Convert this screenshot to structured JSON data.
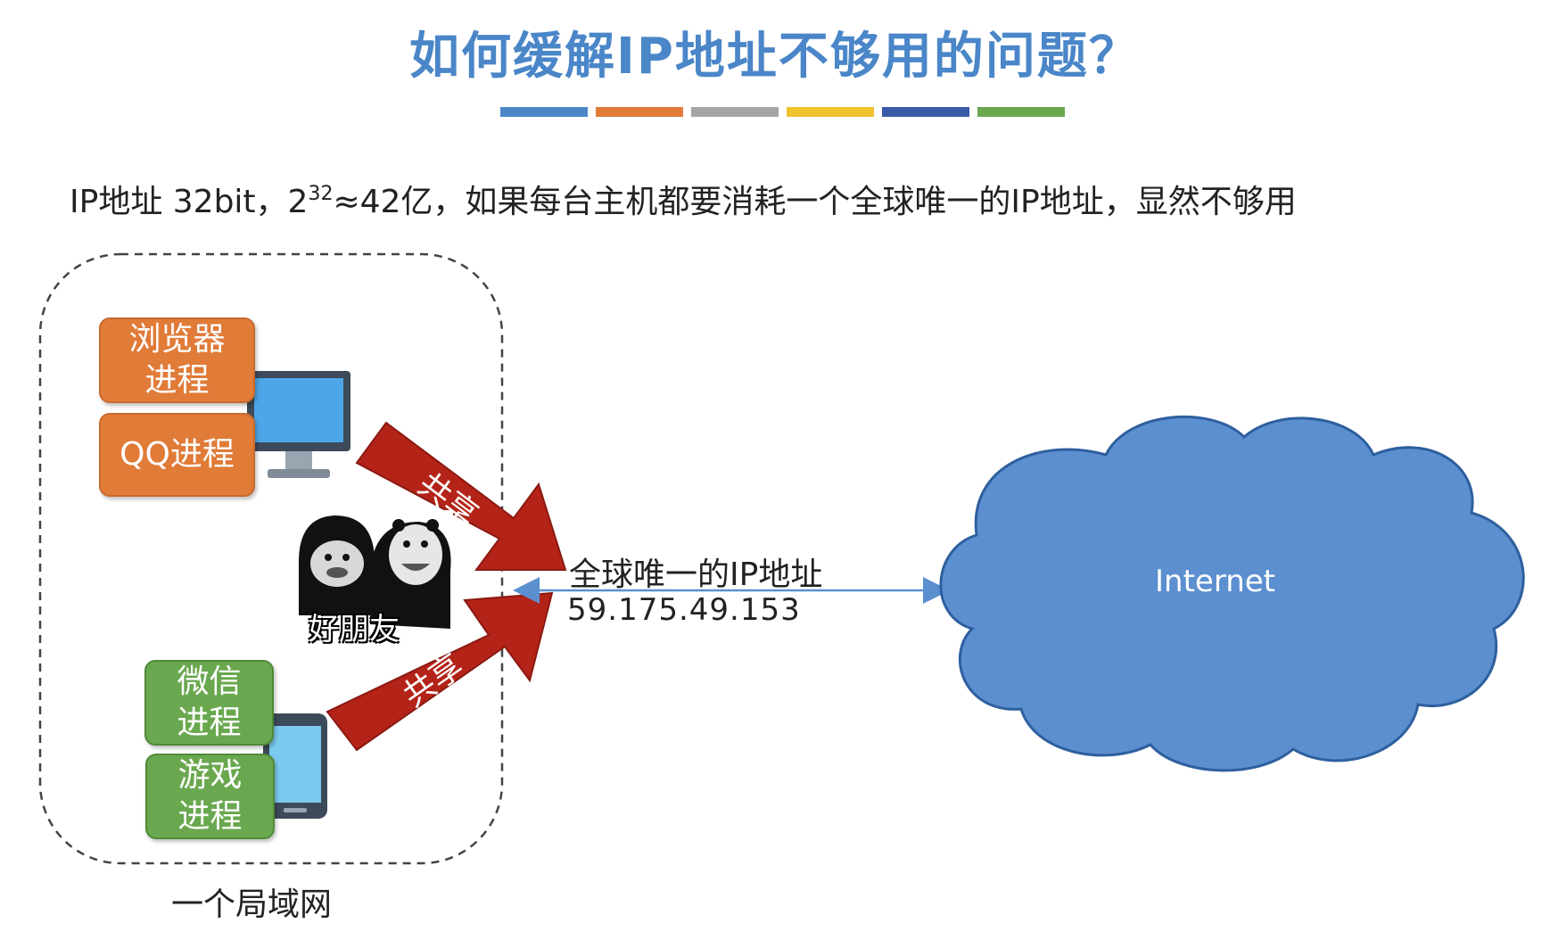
{
  "slide": {
    "title": "如何缓解IP地址不够用的问题？",
    "color_bars": [
      "#4a86c8",
      "#e07b38",
      "#a5a5a5",
      "#f2c12e",
      "#3a5aa8",
      "#6aa84f"
    ],
    "intro_prefix": "IP地址 32bit，2",
    "intro_sup": "32",
    "intro_suffix": "≈42亿，如果每台主机都要消耗一个全球唯一的IP地址，显然不够用"
  },
  "lan": {
    "label": "一个局域网",
    "computer_processes": [
      {
        "line1": "浏览器",
        "line2": "进程"
      },
      {
        "line1": "QQ进程",
        "line2": ""
      }
    ],
    "phone_processes": [
      {
        "line1": "微信",
        "line2": "进程"
      },
      {
        "line1": "游戏",
        "line2": "进程"
      }
    ],
    "arrow_top_label": "共享",
    "arrow_bottom_label": "共享",
    "meme_caption": "好朋友"
  },
  "link": {
    "label": "全球唯一的IP地址",
    "ip": "59.175.49.153"
  },
  "internet": {
    "label": "Internet"
  },
  "colors": {
    "accent": "#4a86c8",
    "process_orange": "#e07b38",
    "process_green": "#6aa84f",
    "arrow_red": "#b42318",
    "cloud": "#5b8fd0",
    "monitor_screen": "#4da6e8"
  }
}
